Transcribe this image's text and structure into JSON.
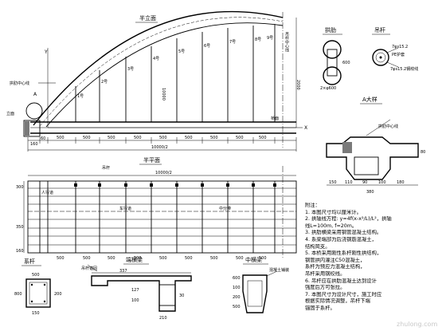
{
  "views": {
    "elevation_title": "半立面",
    "plan_title": "半平面",
    "tie_rod_title": "系杆",
    "end_beam_title": "端横梁",
    "mid_beam_title": "中横梁",
    "arch_rib_section_title": "拱肋",
    "hanger_section_title": "吊杆",
    "detail_a_title": "A大样"
  },
  "elevation": {
    "spans": [
      "500",
      "500",
      "500",
      "500",
      "500",
      "500",
      "500",
      "500",
      "500"
    ],
    "left_dims": [
      "160",
      "60"
    ],
    "total_dim": "10000/2",
    "rise": "2000",
    "rise_ext": "10000",
    "side_label": "立面",
    "hanger_labels": [
      "1号",
      "2号",
      "3号",
      "4号",
      "5号",
      "6号",
      "7号",
      "8号",
      "9号"
    ],
    "axis_label": "Y",
    "x_label": "X",
    "center_text": "吊杆中心线",
    "left_callout": "拱肋中心线",
    "point_a": "A",
    "bottom_label": "桥面"
  },
  "plan": {
    "total_dim": "10000/2",
    "inner_dim": "300",
    "spans": [
      "500",
      "500",
      "500",
      "500",
      "500",
      "500",
      "500",
      "500",
      "500"
    ],
    "left_dims": [
      "350",
      "160"
    ],
    "row_labels": [
      "人行道",
      "车行道",
      "中分带"
    ],
    "mid_label": "吊杆"
  },
  "arch_rib": {
    "dims": [
      "600",
      "2×φ600"
    ]
  },
  "hanger": {
    "label_1": "7φs15.2",
    "label_2": "PE护套",
    "label_3": "7φs15.2钢绞线"
  },
  "detail_a": {
    "dims": [
      "150",
      "110",
      "90",
      "100",
      "180",
      "80",
      "380"
    ],
    "callout": "拱肋中心线"
  },
  "tie_rod": {
    "dims": [
      "500",
      "150",
      "200",
      "800"
    ]
  },
  "end_beam": {
    "top_dim": "337",
    "dims": [
      "127",
      "100",
      "30",
      "210"
    ],
    "callout": "吊杆锚固"
  },
  "mid_beam": {
    "callout": "混凝土铺装",
    "dims": [
      "600",
      "100",
      "200",
      "500"
    ]
  },
  "notes": [
    "附注：",
    "1. 本图尺寸均以厘米计。",
    "2. 拱轴线方程: y=4f(x-x²/L)/L²，拱轴",
    "   线L=100m, f=20m。",
    "3. 拱肋横梁采用钢管混凝土结构。",
    "4. 系梁端部为后浇钢筋混凝土，",
    "   结构简支。",
    "5. 本桥采用刚性系杆刚性拱结构，",
    "   钢管拱内灌注C50混凝土，",
    "   系杆为预应力混凝土结构，",
    "   吊杆采用钢绞线。",
    "6. 吊杆应在拱肋混凝土达到设计",
    "   强度后方可张拉。",
    "7. 本图尺寸为设计尺寸，施工时应",
    "   根据实际情况调整，吊杆下端",
    "   锚固于系杆。"
  ],
  "watermark": "zhulong.com"
}
